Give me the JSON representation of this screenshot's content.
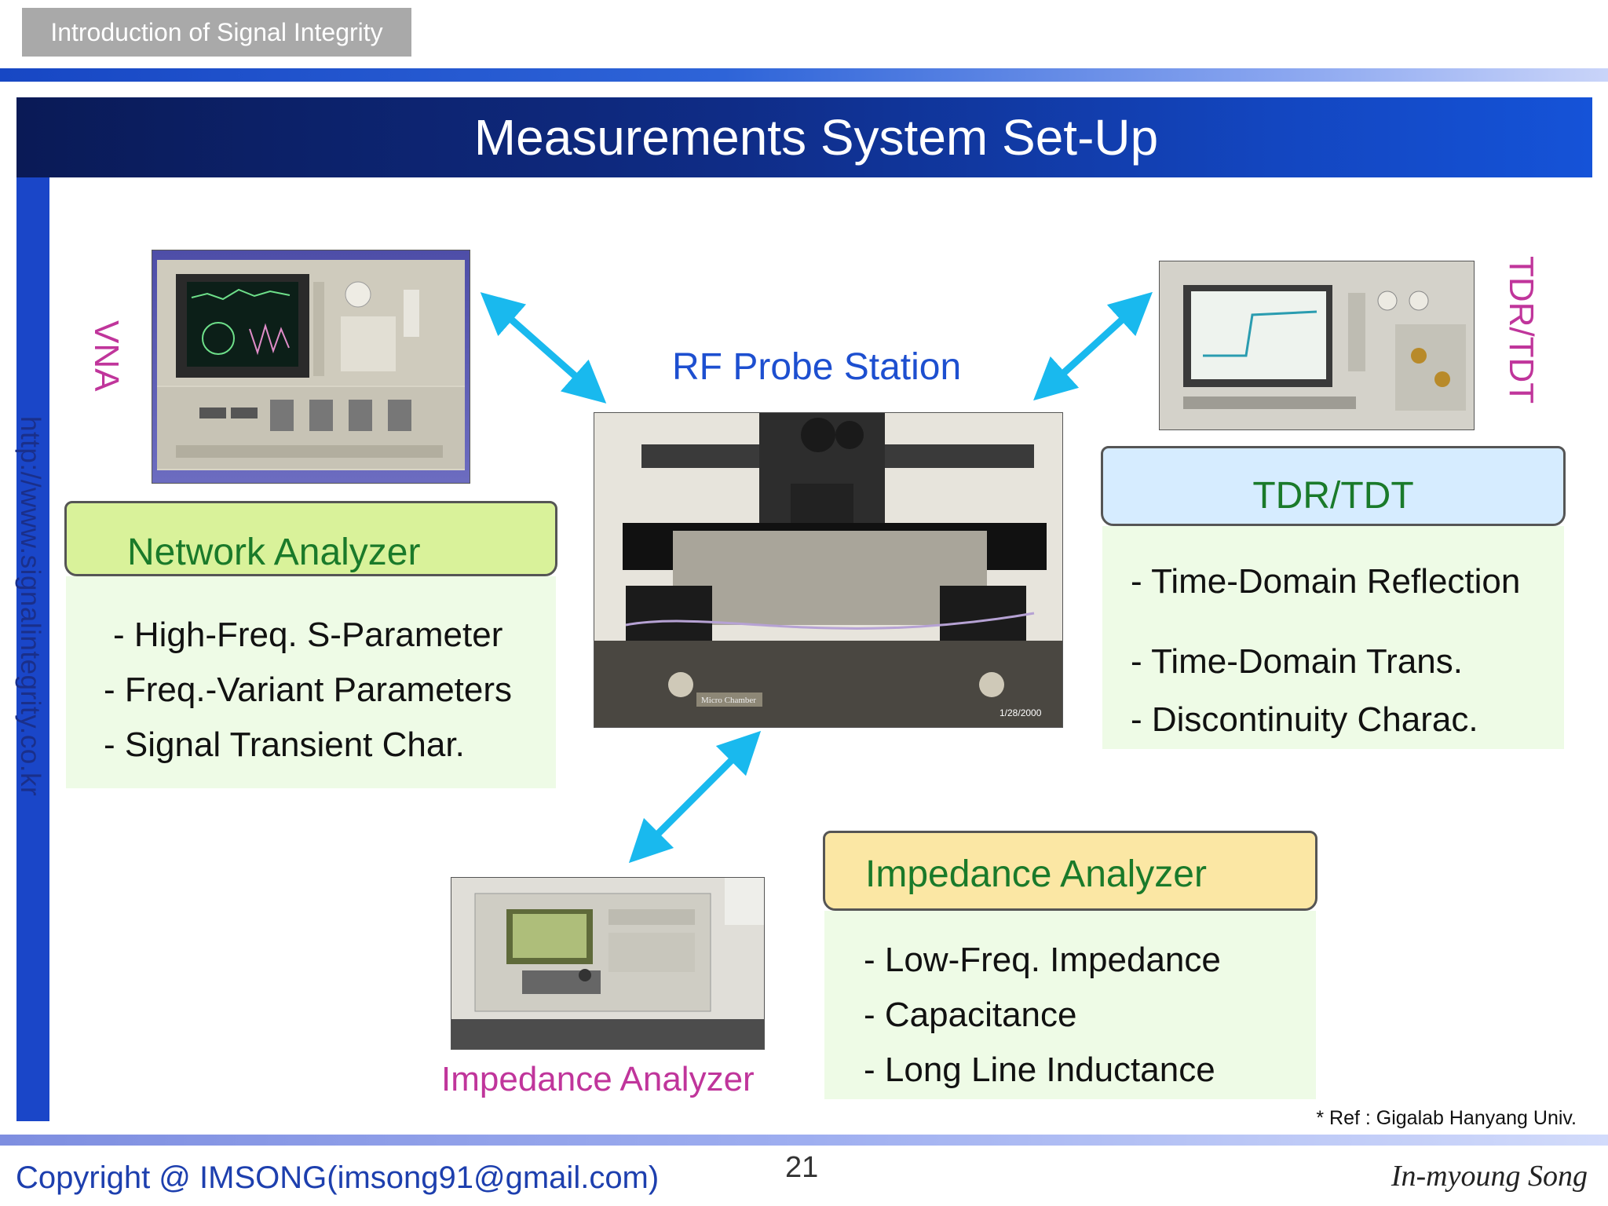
{
  "header": {
    "section": "Introduction of Signal Integrity"
  },
  "title": "Measurements System Set-Up",
  "side_url": "http://www.signalintegrity.co.kr",
  "labels": {
    "vna": "VNA",
    "rf_probe": "RF Probe Station",
    "tdr_side": "TDR/TDT",
    "impedance_photo": "Impedance Analyzer"
  },
  "network_analyzer": {
    "title": "Network Analyzer",
    "items": [
      "- High-Freq. S-Parameter",
      "- Freq.-Variant Parameters",
      "- Signal Transient Char."
    ]
  },
  "tdr_box": {
    "title": "TDR/TDT",
    "items": [
      "- Time-Domain Reflection",
      "- Time-Domain Trans.",
      "- Discontinuity Charac."
    ]
  },
  "impedance_box": {
    "title": "Impedance Analyzer",
    "items": [
      "- Low-Freq. Impedance",
      "- Capacitance",
      "- Long Line Inductance"
    ]
  },
  "photos": {
    "probe_plate": "Micro Chamber",
    "probe_date": "1/28/2000"
  },
  "footer": {
    "ref": "* Ref : Gigalab Hanyang Univ.",
    "copyright": "Copyright @ IMSONG(imsong91@gmail.com)",
    "page": "21",
    "author": "In-myoung Song"
  },
  "colors": {
    "banner": "#0f2c86",
    "arrow": "#19b9ee",
    "magenta_label": "#c0359b",
    "box_title_green": "#1a7a2a",
    "link_blue": "#1d4fd0"
  }
}
